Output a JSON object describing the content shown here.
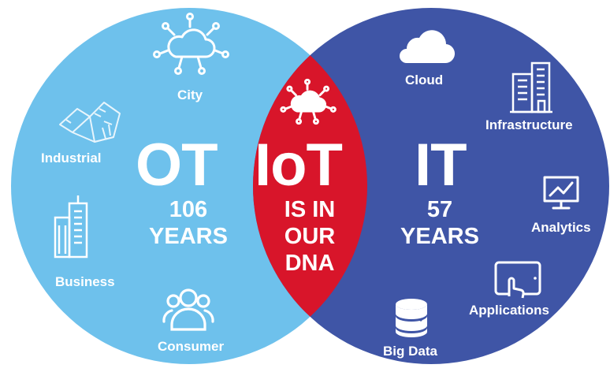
{
  "colors": {
    "ot_circle": "#6ec1ec",
    "it_circle": "#3f55a6",
    "overlap": "#d8152a",
    "text": "#ffffff"
  },
  "left": {
    "heading": "OT",
    "lines": [
      "106",
      "YEARS"
    ],
    "items": {
      "city": "City",
      "industrial": "Industrial",
      "business": "Business",
      "consumer": "Consumer"
    }
  },
  "center": {
    "heading": "IoT",
    "lines": [
      "IS IN",
      "OUR",
      "DNA"
    ]
  },
  "right": {
    "heading": "IT",
    "lines": [
      "57",
      "YEARS"
    ],
    "items": {
      "cloud": "Cloud",
      "infrastructure": "Infrastructure",
      "analytics": "Analytics",
      "applications": "Applications",
      "big_data": "Big Data"
    }
  },
  "icons": {
    "city": "network-cloud-icon",
    "industrial": "industrial-machine-icon",
    "business": "buildings-icon",
    "consumer": "users-icon",
    "iot": "network-cloud-icon",
    "cloud": "cloud-icon",
    "infrastructure": "office-building-icon",
    "analytics": "monitor-chart-icon",
    "applications": "tablet-touch-icon",
    "big_data": "database-icon"
  }
}
